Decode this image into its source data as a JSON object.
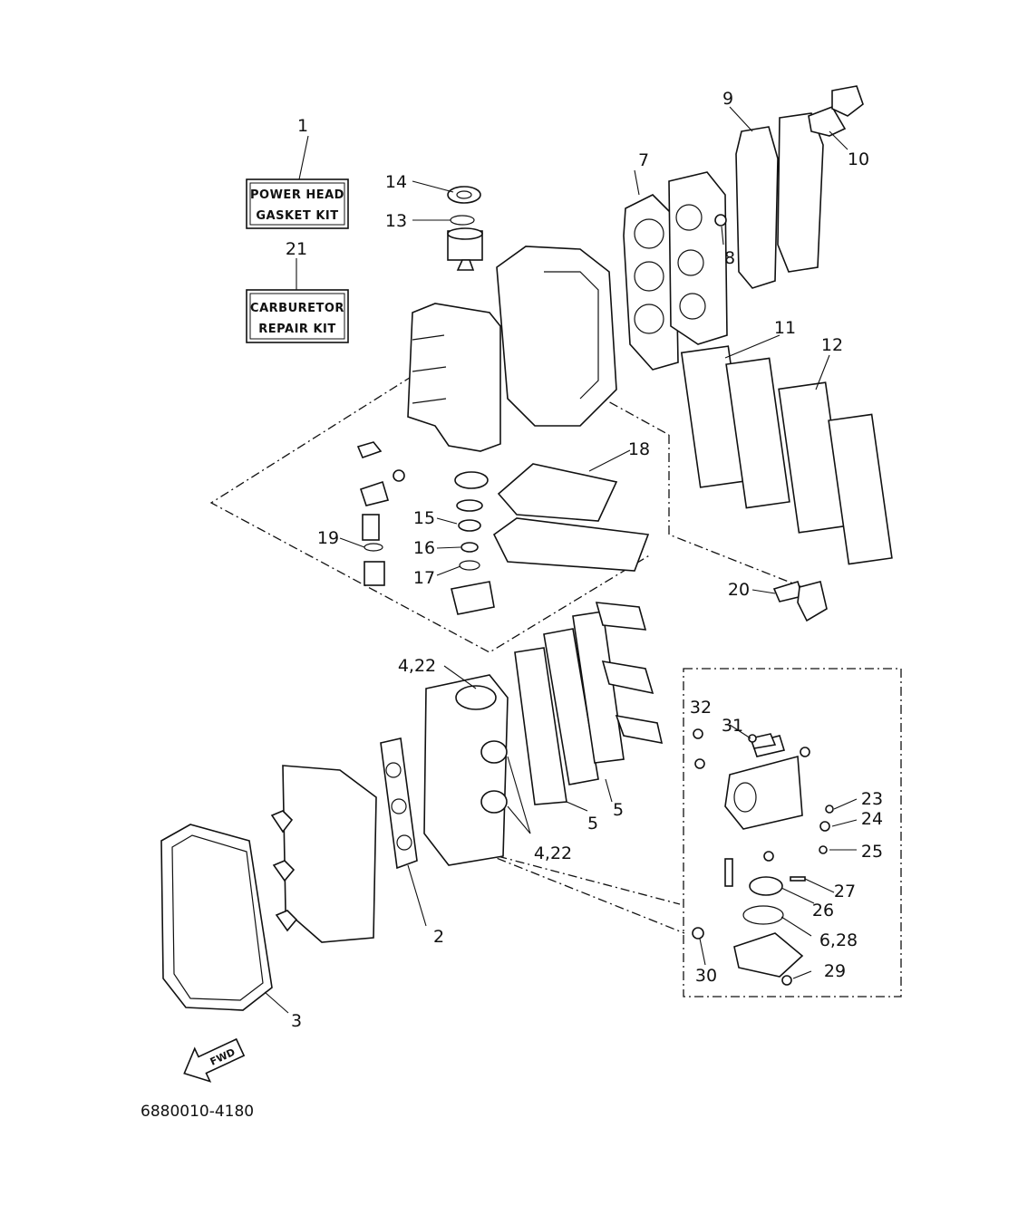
{
  "kits": {
    "power_head": {
      "callout": "1",
      "line1": "POWER HEAD",
      "line2": "GASKET KIT"
    },
    "carburetor": {
      "callout": "21",
      "line1": "CARBURETOR",
      "line2": "REPAIR KIT"
    }
  },
  "callouts": {
    "c2": "2",
    "c3": "3",
    "c4a": "4,22",
    "c4b": "4,22",
    "c5a": "5",
    "c5b": "5",
    "c7": "7",
    "c8": "8",
    "c9": "9",
    "c10": "10",
    "c11": "11",
    "c12": "12",
    "c13": "13",
    "c14": "14",
    "c15": "15",
    "c16": "16",
    "c17": "17",
    "c18": "18",
    "c19": "19",
    "c20": "20",
    "c23": "23",
    "c24": "24",
    "c25": "25",
    "c26": "26",
    "c27": "27",
    "c28": "6,28",
    "c29": "29",
    "c30": "30",
    "c31": "31",
    "c32": "32"
  },
  "direction_arrow": "FWD",
  "drawing_code": "6880010-4180"
}
